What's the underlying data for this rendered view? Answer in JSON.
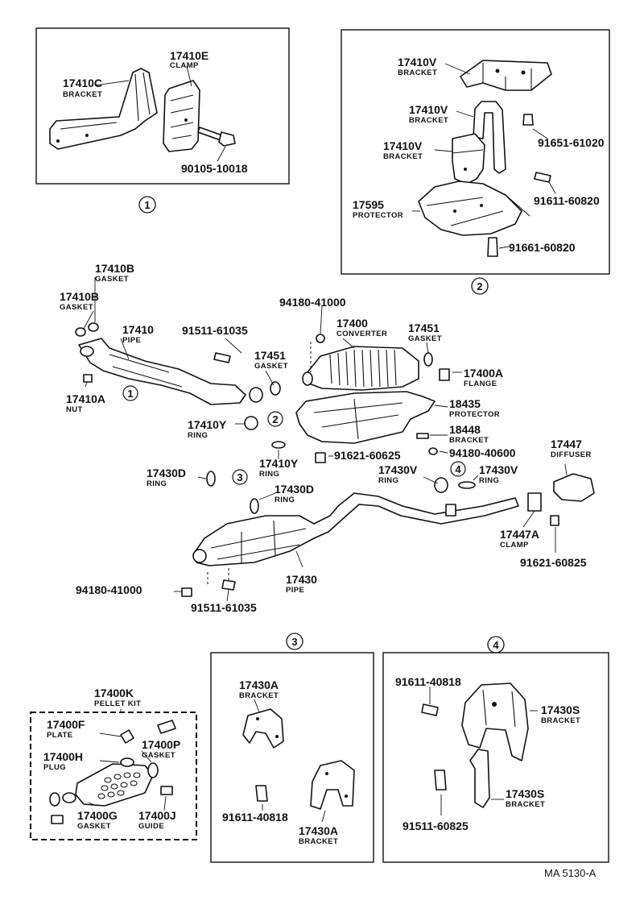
{
  "labels": {
    "l1_pn": "17410E",
    "l1_nm": "CLAMP",
    "l2_pn": "17410C",
    "l2_nm": "BRACKET",
    "l3_pn": "90105-10018",
    "box1_ref": "1",
    "l4_pn": "17410V",
    "l4_nm": "BRACKET",
    "l5_pn": "17410V",
    "l5_nm": "BRACKET",
    "l6_pn": "91651-61020",
    "l7_pn": "17410V",
    "l7_nm": "BRACKET",
    "l8_pn": "91611-60820",
    "l9_pn": "17595",
    "l9_nm": "PROTECTOR",
    "l10_pn": "91661-60820",
    "box2_ref": "2",
    "l11_pn": "17410B",
    "l11_nm": "GASKET",
    "l12_pn": "17410B",
    "l12_nm": "GASKET",
    "l13_pn": "17410",
    "l13_nm": "PIPE",
    "l14_pn": "91511-61035",
    "l15_pn": "17451",
    "l15_nm": "GASKET",
    "l16_pn": "94180-41000",
    "l17_pn": "17400",
    "l17_nm": "CONVERTER",
    "l18_pn": "17451",
    "l18_nm": "GASKET",
    "l19_pn": "17400A",
    "l19_nm": "FLANGE",
    "l20_pn": "17410A",
    "l20_nm": "NUT",
    "main_ref1": "1",
    "l21_pn": "18435",
    "l21_nm": "PROTECTOR",
    "l22_pn": "17410Y",
    "l22_nm": "RING",
    "main_ref2": "2",
    "l23_pn": "18448",
    "l23_nm": "BRACKET",
    "l24_pn": "94180-40600",
    "l25_pn": "91621-60625",
    "l26_pn": "17410Y",
    "l26_nm": "RING",
    "l27_pn": "17447",
    "l27_nm": "DIFFUSER",
    "l28_pn": "17430D",
    "l28_nm": "RING",
    "main_ref3": "3",
    "l29_pn": "17430D",
    "l29_nm": "RING",
    "l30_pn": "17430V",
    "l30_nm": "RING",
    "main_ref4": "4",
    "l31_pn": "17430V",
    "l31_nm": "RING",
    "l32_pn": "17447A",
    "l32_nm": "CLAMP",
    "l33_pn": "91621-60825",
    "l34_pn": "17430",
    "l34_nm": "PIPE",
    "l35_pn": "94180-41000",
    "l36_pn": "91511-61035",
    "box3_ref": "3",
    "box4_ref": "4",
    "l37_pn": "17400K",
    "l37_nm": "PELLET KIT",
    "l38_pn": "17400F",
    "l38_nm": "PLATE",
    "l39_pn": "17400P",
    "l39_nm": "GASKET",
    "l40_pn": "17400H",
    "l40_nm": "PLUG",
    "l41_pn": "17400G",
    "l41_nm": "GASKET",
    "l42_pn": "17400J",
    "l42_nm": "GUIDE",
    "l43_pn": "17430A",
    "l43_nm": "BRACKET",
    "l44_pn": "91611-40818",
    "l45_pn": "17430A",
    "l45_nm": "BRACKET",
    "l46_pn": "91611-40818",
    "l47_pn": "17430S",
    "l47_nm": "BRACKET",
    "l48_pn": "17430S",
    "l48_nm": "BRACKET",
    "l49_pn": "91511-60825",
    "diagram_code": "MA 5130-A"
  }
}
